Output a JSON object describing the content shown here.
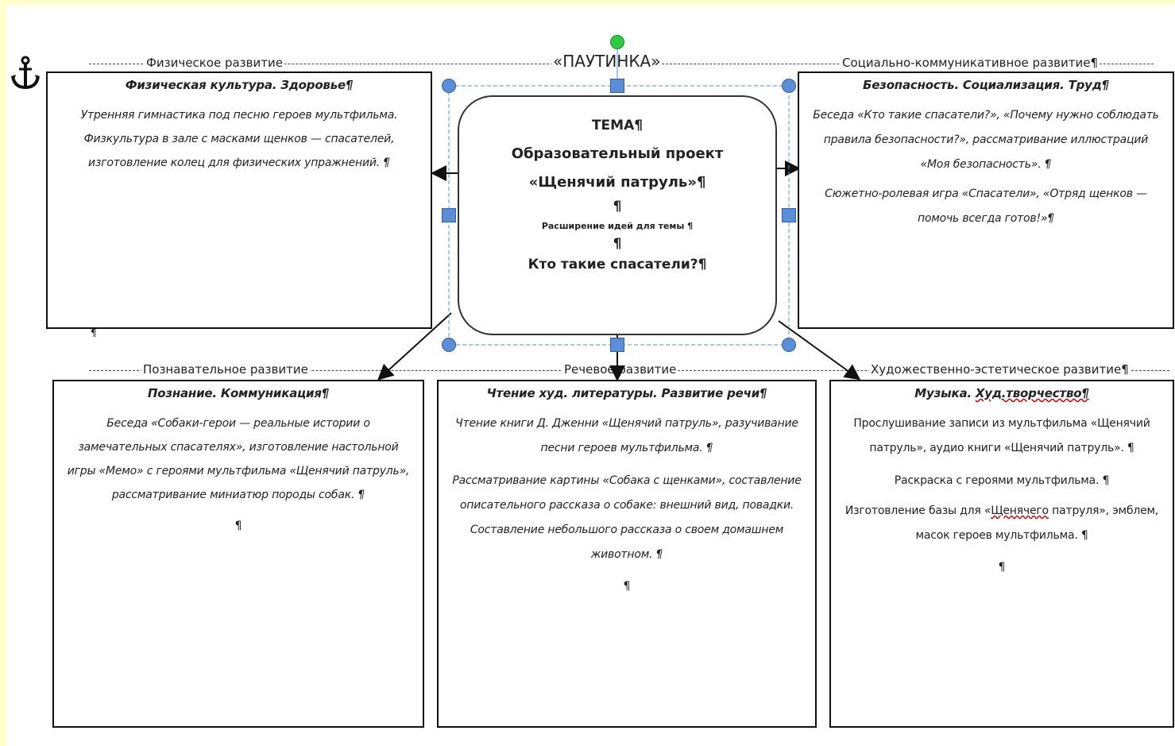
{
  "title": "«ПАУТИНКА»",
  "anchor_icon": "anchor-icon",
  "colors": {
    "border_background": "#ffffcc",
    "handle_blue": "#5b8ed6",
    "rotate_green": "#2ecc40",
    "spell_underline": "#d00000"
  },
  "areas": {
    "physical": "Физическое развитие",
    "social": "Социально-коммуникативное развитие¶",
    "cognitive": "Познавательное развитие",
    "speech": "Речевое развитие",
    "artistic": "Художественно-эстетическое развитие¶"
  },
  "center": {
    "theme": "ТЕМА¶",
    "project_line1": "Образовательный проект",
    "project_line2": "«Щенячий патруль»¶",
    "pilcrow": "¶",
    "expansion": "Расширение идей для темы ¶",
    "pilcrow2": "¶",
    "question": "Кто такие спасатели?¶"
  },
  "boxes": {
    "physical": {
      "heading": "Физическая культура. Здоровье¶",
      "text": "Утренняя гимнастика под песню героев мультфильма. Физкультура в зале с масками щенков — спасателей, изготовление колец для физических упражнений. ¶",
      "after": "¶"
    },
    "social": {
      "heading": "Безопасность. Социализация. Труд¶",
      "text1": "Беседа «Кто такие спасатели?», «Почему нужно соблюдать правила безопасности?», рассматривание иллюстраций «Моя безопасность». ¶",
      "text2": "Сюжетно-ролевая игра «Спасатели», «Отряд щенков — помочь всегда готов!»¶"
    },
    "cognitive": {
      "heading": "Познание. Коммуникация¶",
      "text": "Беседа «Собаки-герои — реальные истории о замечательных спасателях», изготовление настольной игры «Мемо» с героями мультфильма «Щенячий патруль», рассматривание миниатюр породы собак. ¶",
      "pilcrow": "¶"
    },
    "speech": {
      "heading": "Чтение худ. литературы. Развитие речи¶",
      "text1": "Чтение книги Д. Дженни «Щенячий патруль», разучивание песни героев мультфильма. ¶",
      "text2": "Рассматривание картины «Собака с щенками», составление описательного рассказа о собаке: внешний вид, повадки. Составление небольшого рассказа о своем домашнем животном. ¶",
      "pilcrow": "¶"
    },
    "artistic": {
      "heading_a": "Музыка. ",
      "heading_b": "Худ.творчество¶",
      "text1": "Прослушивание записи из мультфильма «Щенячий патруль», аудио книги «Щенячий патруль». ¶",
      "text2": "Раскраска с героями мультфильма. ¶",
      "text3a": "Изготовление базы для «",
      "text3b": "Щенячего",
      "text3c": " патруля», эмблем, масок героев мультфильма. ¶",
      "pilcrow": "¶"
    }
  },
  "stray_pilcrow": "¶"
}
